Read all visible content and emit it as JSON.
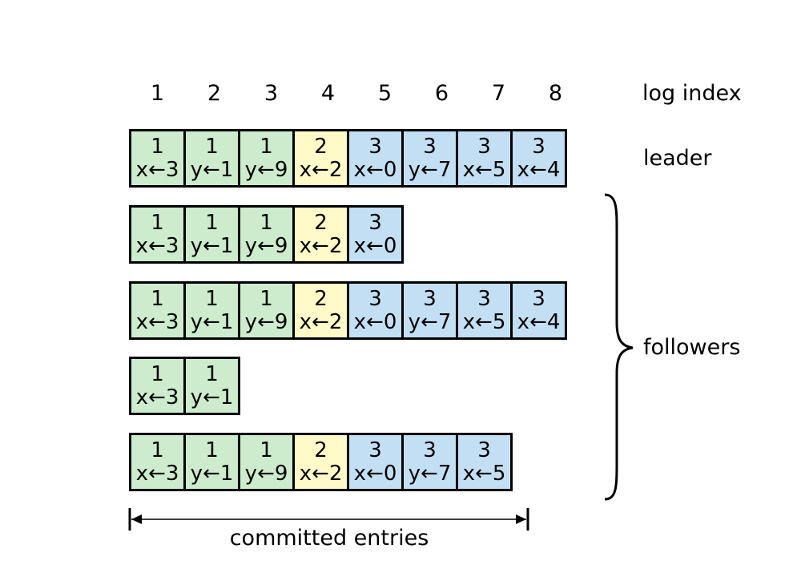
{
  "diagram": {
    "log_index_label": "log index",
    "log_indices": [
      "1",
      "2",
      "3",
      "4",
      "5",
      "6",
      "7",
      "8"
    ],
    "leader_label": "leader",
    "followers_label": "followers",
    "committed_label": "committed entries",
    "term_colors": {
      "1": "#cdeccd",
      "2": "#fffac8",
      "3": "#c3dff3"
    },
    "leader": {
      "entries": [
        {
          "term": "1",
          "cmd": "x←3"
        },
        {
          "term": "1",
          "cmd": "y←1"
        },
        {
          "term": "1",
          "cmd": "y←9"
        },
        {
          "term": "2",
          "cmd": "x←2"
        },
        {
          "term": "3",
          "cmd": "x←0"
        },
        {
          "term": "3",
          "cmd": "y←7"
        },
        {
          "term": "3",
          "cmd": "x←5"
        },
        {
          "term": "3",
          "cmd": "x←4"
        }
      ]
    },
    "followers": [
      {
        "entries": [
          {
            "term": "1",
            "cmd": "x←3"
          },
          {
            "term": "1",
            "cmd": "y←1"
          },
          {
            "term": "1",
            "cmd": "y←9"
          },
          {
            "term": "2",
            "cmd": "x←2"
          },
          {
            "term": "3",
            "cmd": "x←0"
          }
        ]
      },
      {
        "entries": [
          {
            "term": "1",
            "cmd": "x←3"
          },
          {
            "term": "1",
            "cmd": "y←1"
          },
          {
            "term": "1",
            "cmd": "y←9"
          },
          {
            "term": "2",
            "cmd": "x←2"
          },
          {
            "term": "3",
            "cmd": "x←0"
          },
          {
            "term": "3",
            "cmd": "y←7"
          },
          {
            "term": "3",
            "cmd": "x←5"
          },
          {
            "term": "3",
            "cmd": "x←4"
          }
        ]
      },
      {
        "entries": [
          {
            "term": "1",
            "cmd": "x←3"
          },
          {
            "term": "1",
            "cmd": "y←1"
          }
        ]
      },
      {
        "entries": [
          {
            "term": "1",
            "cmd": "x←3"
          },
          {
            "term": "1",
            "cmd": "y←1"
          },
          {
            "term": "1",
            "cmd": "y←9"
          },
          {
            "term": "2",
            "cmd": "x←2"
          },
          {
            "term": "3",
            "cmd": "x←0"
          },
          {
            "term": "3",
            "cmd": "y←7"
          },
          {
            "term": "3",
            "cmd": "x←5"
          }
        ]
      }
    ]
  }
}
